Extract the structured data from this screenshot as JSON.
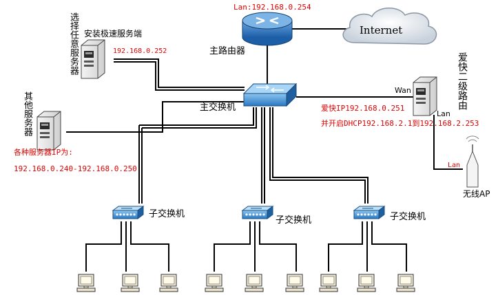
{
  "router": {
    "label": "主路由器",
    "lan": "Lan:192.168.0.254"
  },
  "internet": {
    "label": "Internet"
  },
  "speed_server": {
    "vertical_label": "选择任意服务器",
    "title": "安装极速服务端",
    "ip": "192.168.0.252"
  },
  "other_servers": {
    "vertical_label": "其他服务器",
    "ip_title": "各种服务器IP为:",
    "ip_range": "192.168.0.240-192.168.0.250"
  },
  "main_switch": {
    "label": "主交换机"
  },
  "aikuai": {
    "vertical_label": "爱快二级路由",
    "wan": "Wan",
    "lan": "Lan",
    "ip": "爱快IP192.168.0.251",
    "dhcp": "并开启DHCP192.168.2.1到192.168.2.253"
  },
  "ap": {
    "lan": "Lan",
    "label": "无线AP"
  },
  "sub_switches": [
    {
      "label": "子交换机"
    },
    {
      "label": "子交换机"
    },
    {
      "label": "子交换机"
    }
  ]
}
